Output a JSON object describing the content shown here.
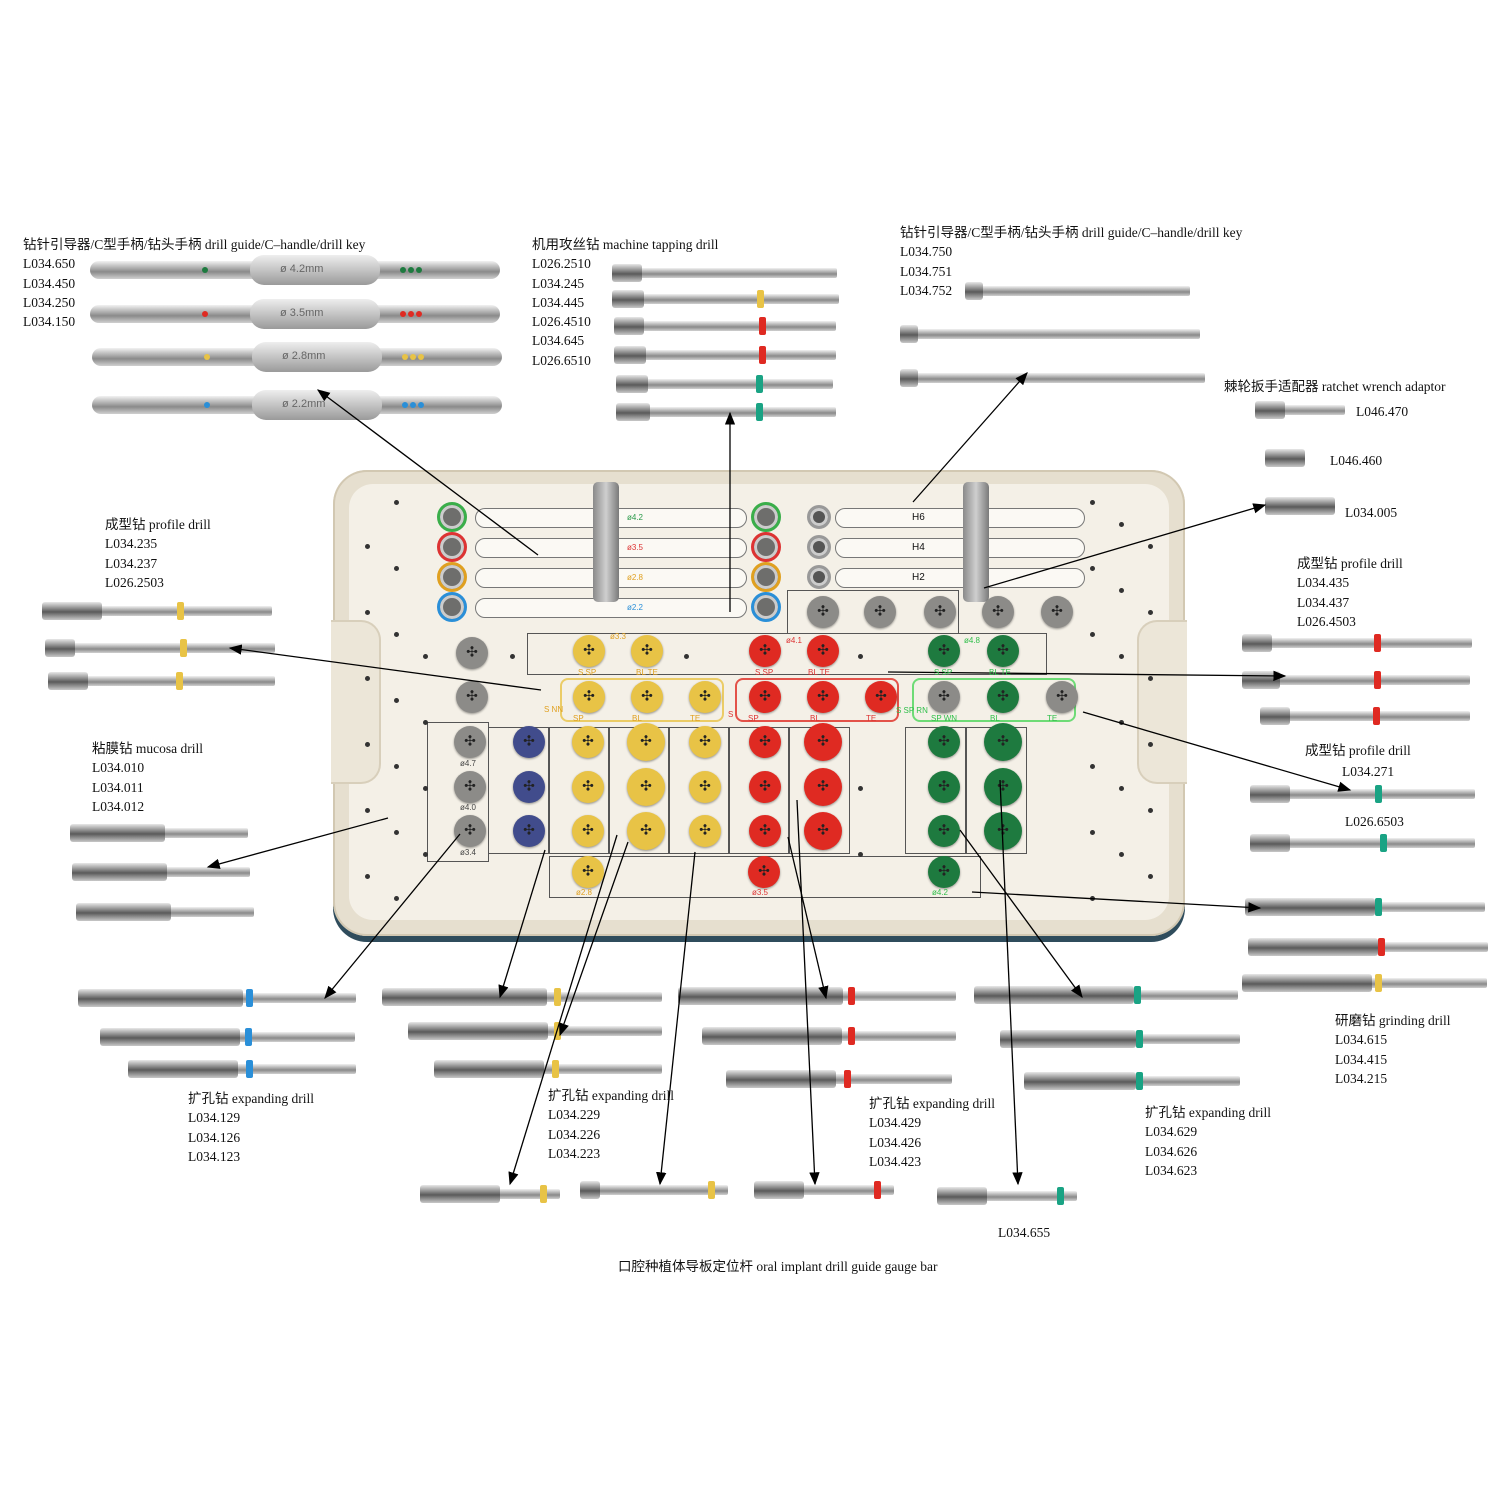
{
  "colors": {
    "yellow": "#e8c346",
    "red": "#df2a22",
    "green": "#1e7a3f",
    "teal": "#1aa384",
    "blue": "#2a8fd8",
    "gray": "#8c8b88",
    "navy": "#414c8c",
    "tray": "#e6dfcf"
  },
  "groups": {
    "guide_left": {
      "title": "钻针引导器/C型手柄/钻头手柄  drill guide/C–handle/drill key",
      "codes": [
        "L034.650",
        "L034.450",
        "L034.250",
        "L034.150"
      ],
      "sizes": [
        "ø 4.2mm",
        "ø 3.5mm",
        "ø 2.8mm",
        "ø 2.2mm"
      ]
    },
    "tapping": {
      "title": "机用攻丝钻  machine tapping drill",
      "codes": [
        "L026.2510",
        "L034.245",
        "L034.445",
        "L026.4510",
        "L034.645",
        "L026.6510"
      ]
    },
    "guide_right": {
      "title": "钻针引导器/C型手柄/钻头手柄  drill guide/C–handle/drill key",
      "codes": [
        "L034.750",
        "L034.751",
        "L034.752"
      ]
    },
    "ratchet": {
      "title": "棘轮扳手适配器  ratchet wrench adaptor",
      "codes": [
        "L046.470",
        "L046.460",
        "L034.005"
      ]
    },
    "profile_left": {
      "title": "成型钻  profile drill",
      "codes": [
        "L034.235",
        "L034.237",
        "L026.2503"
      ]
    },
    "profile_right": {
      "title": "成型钻  profile drill",
      "codes": [
        "L034.435",
        "L034.437",
        "L026.4503"
      ]
    },
    "profile_right2": {
      "title": "成型钻  profile drill",
      "codes": [
        "L034.271",
        "L026.6503"
      ]
    },
    "mucosa": {
      "title": "粘膜钻  mucosa drill",
      "codes": [
        "L034.010",
        "L034.011",
        "L034.012"
      ]
    },
    "grinding": {
      "title": "研磨钻  grinding drill",
      "codes": [
        "L034.615",
        "L034.415",
        "L034.215"
      ]
    },
    "expand1": {
      "title": "扩孔钻  expanding drill",
      "codes": [
        "L034.129",
        "L034.126",
        "L034.123"
      ]
    },
    "expand2": {
      "title": "扩孔钻  expanding drill",
      "codes": [
        "L034.229",
        "L034.226",
        "L034.223"
      ]
    },
    "expand3": {
      "title": "扩孔钻  expanding drill",
      "codes": [
        "L034.429",
        "L034.426",
        "L034.423"
      ]
    },
    "expand4": {
      "title": "扩孔钻  expanding drill",
      "codes": [
        "L034.629",
        "L034.626",
        "L034.623"
      ]
    },
    "gauge": {
      "title": "口腔种植体导板定位杆  oral implant drill guide gauge bar",
      "code": "L034.655"
    }
  },
  "tray": {
    "guide_sizes": [
      "ø4.2",
      "ø3.5",
      "ø2.8",
      "ø2.2"
    ],
    "handle_marks": [
      "H6",
      "H4",
      "H2"
    ],
    "diameters": {
      "d33": "ø3.3",
      "d41": "ø4.1",
      "d48": "ø4.8",
      "d47": "ø4.7",
      "d40": "ø4.0",
      "d34": "ø3.4",
      "d28": "ø2.8",
      "d35": "ø3.5",
      "d42": "ø4.2"
    },
    "row_labels": {
      "s_sp": "S SP",
      "bl_te": "BL TE",
      "sp": "SP",
      "bl": "BL",
      "te": "TE",
      "s_nn": "S NN",
      "s": "S",
      "sp_rn": "S SP RN",
      "sp_wn": "SP WN"
    }
  }
}
